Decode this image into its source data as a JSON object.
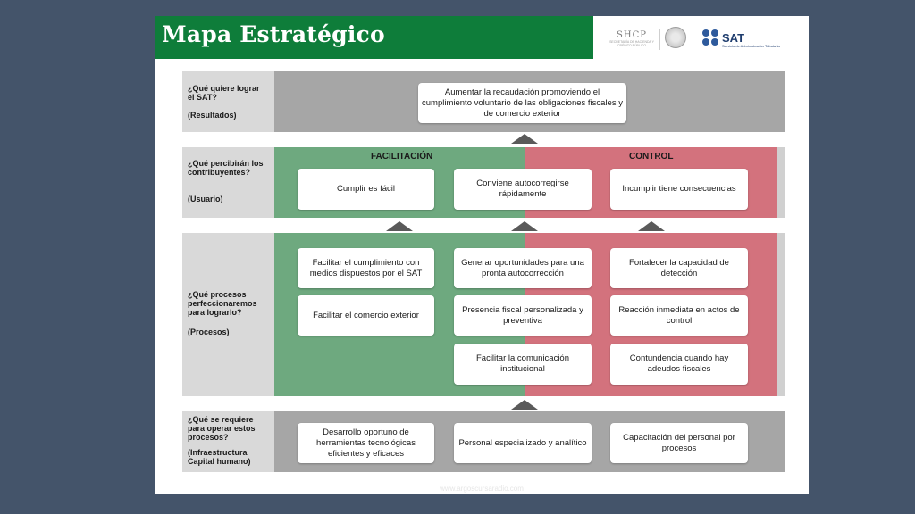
{
  "title": "Mapa Estratégico",
  "logos": {
    "shcp": "SHCP",
    "shcp_sub": "SECRETARÍA DE HACIENDA Y CRÉDITO PÚBLICO",
    "sat": "SAT",
    "sat_sub": "Servicio de Administración Tributaria"
  },
  "rows": {
    "resultados": {
      "question": "¿Qué quiere lograr el SAT?",
      "tag": "(Resultados)"
    },
    "usuario": {
      "question": "¿Qué percibirán los contribuyentes?",
      "tag": "(Usuario)"
    },
    "procesos": {
      "question": "¿Qué procesos perfeccionaremos para lograrlo?",
      "tag": "(Procesos)"
    },
    "infra": {
      "question": "¿Qué se requiere para operar estos procesos?",
      "tag": "(Infraestructura Capital humano)"
    }
  },
  "columns": {
    "facilitacion": "FACILITACIÓN",
    "control": "CONTROL"
  },
  "boxes": {
    "resultado": "Aumentar la recaudación promoviendo el cumplimiento voluntario de las obligaciones fiscales y de comercio exterior",
    "u1": "Cumplir es fácil",
    "u2": "Conviene autocorregirse rápidamente",
    "u3": "Incumplir tiene consecuencias",
    "p1": "Facilitar el cumplimiento con medios dispuestos por el SAT",
    "p2": "Facilitar el comercio exterior",
    "p3": "Generar oportunidades para una pronta autocorrección",
    "p4": "Presencia fiscal personalizada y preventiva",
    "p5": "Facilitar la comunicación institucional",
    "p6": "Fortalecer la capacidad de detección",
    "p7": "Reacción inmediata en actos de control",
    "p8": "Contundencia cuando hay adeudos fiscales",
    "i1": "Desarrollo oportuno de herramientas tecnológicas eficientes y eficaces",
    "i2": "Personal especializado y analítico",
    "i3": "Capacitación del personal por procesos"
  },
  "footer": "www.argoscursaradio.com"
}
